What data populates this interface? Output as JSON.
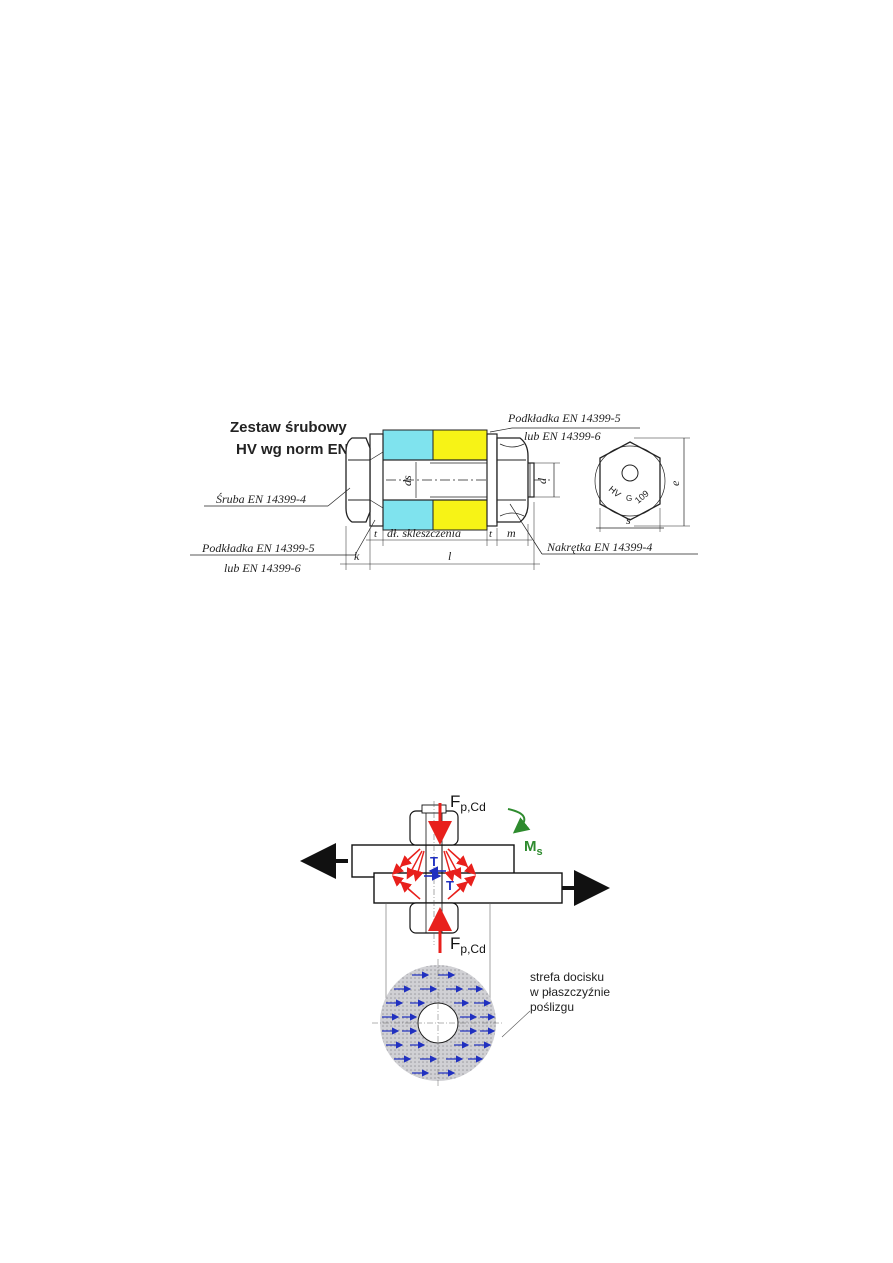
{
  "bolt_assembly": {
    "title_line1": "Zestaw śrubowy",
    "title_line2": "HV wg norm EN",
    "washer_top_line1": "Podkładka EN 14399-5",
    "washer_top_line2": "lub EN 14399-6",
    "bolt_label": "Śruba EN 14399-4",
    "washer_bottom_line1": "Podkładka EN 14399-5",
    "washer_bottom_line2": "lub EN 14399-6",
    "nut_label": "Nakrętka EN 14399-4",
    "dim_ds": "ds",
    "dim_d": "d",
    "dim_t1": "t",
    "dim_clamp": "dł. skleszczenia",
    "dim_t2": "t",
    "dim_m": "m",
    "dim_k": "k",
    "dim_l": "l",
    "dim_e": "e",
    "dim_s": "s",
    "marking_hv": "HV",
    "marking_g": "G",
    "marking_109": "109",
    "colors": {
      "plate_left": "#7fe3ee",
      "plate_right": "#f7f316",
      "line": "#222222"
    }
  },
  "friction_joint": {
    "force_top_main": "F",
    "force_top_sub": "p,Cd",
    "moment_main": "M",
    "moment_sub": "s",
    "shear_t1": "T",
    "shear_t2": "T",
    "force_bottom_main": "F",
    "force_bottom_sub": "p,Cd",
    "zone_line1": "strefa docisku",
    "zone_line2": "w płaszczyźnie",
    "zone_line3": "poślizgu",
    "colors": {
      "arrow_red": "#e8201c",
      "arrow_blue": "#2030c0",
      "moment_green": "#2e8b2e",
      "zone_gray": "#c8c8cc"
    }
  }
}
